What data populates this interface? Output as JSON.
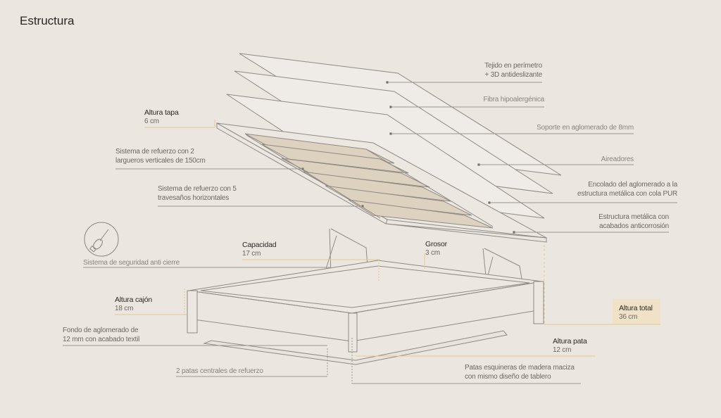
{
  "title": "Estructura",
  "labels": {
    "tejido": [
      "Tejido en perímetro",
      "+ 3D antideslizante"
    ],
    "fibra": "Fibra hipoalergénica",
    "soporte": "Soporte en aglomerado de 8mm",
    "aireadores": "Aireadores",
    "encolado": [
      "Encolado del aglomerado a la",
      "estructura metálica con cola PUR"
    ],
    "estructura": [
      "Estructura metálica con",
      "acabados anticorrosión"
    ],
    "largueros": [
      "Sistema de refuerzo con 2",
      "largueros verticales de 150cm"
    ],
    "travesanos": [
      "Sistema de refuerzo con 5",
      "travesaños horizontales"
    ],
    "seguridad": "Sistema de seguridad anti cierre",
    "fondo": [
      "Fondo de aglomerado de",
      "12 mm con acabado textil"
    ],
    "patas_centrales": "2 patas centrales de refuerzo",
    "patas_esquineras": [
      "Patas esquineras de madera maciza",
      "con mismo diseño de tablero"
    ]
  },
  "measures": {
    "altura_tapa": {
      "label": "Altura tapa",
      "value": "6 cm"
    },
    "capacidad": {
      "label": "Capacidad",
      "value": "17 cm"
    },
    "grosor": {
      "label": "Grosor",
      "value": "3 cm"
    },
    "altura_cajon": {
      "label": "Altura cajón",
      "value": "18 cm"
    },
    "altura_total": {
      "label": "Altura total",
      "value": "36 cm"
    },
    "altura_pata": {
      "label": "Altura pata",
      "value": "12 cm"
    }
  },
  "colors": {
    "background": "#ebe6e0",
    "accent": "#e2c98f",
    "highlight": "#efe2c6",
    "line": "#9a958f"
  }
}
